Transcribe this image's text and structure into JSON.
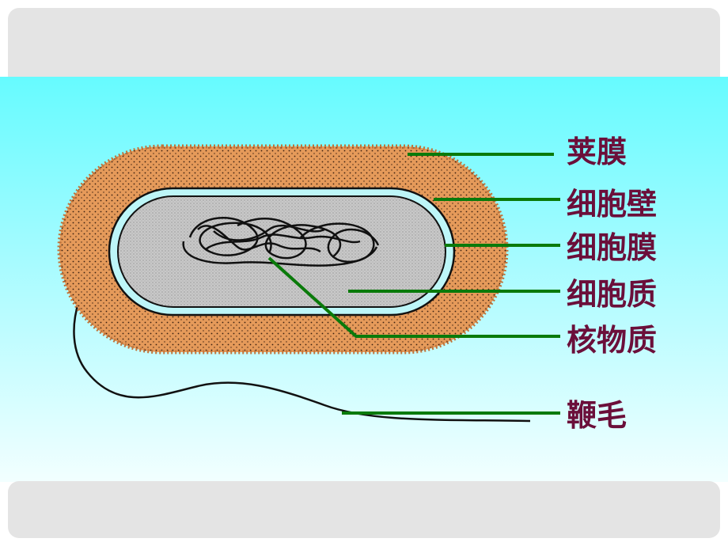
{
  "colors": {
    "capsule": "#e59a5a",
    "cell_wall": "#bdf6f8",
    "cytoplasm": "#c8c8c8",
    "leader_line": "#0a7a0a",
    "label_text": "#6b0f3a"
  },
  "labels": {
    "capsule": "荚膜",
    "cell_wall": "细胞壁",
    "cell_membrane": "细胞膜",
    "cytoplasm": "细胞质",
    "nuclear_material": "核物质",
    "flagellum": "鞭毛"
  }
}
